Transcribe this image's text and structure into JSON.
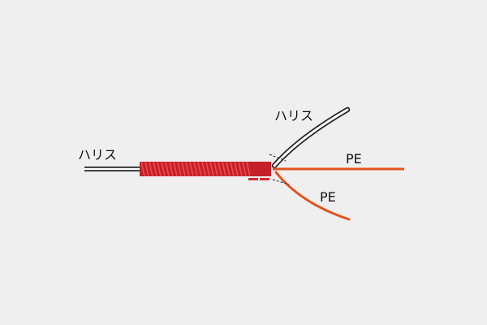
{
  "labels": {
    "harisu_left": "ハリス",
    "harisu_right": "ハリス",
    "pe_upper": "PE",
    "pe_lower": "PE"
  },
  "colors": {
    "background": "#efefef",
    "pe_line": "#e0541c",
    "coil": "#d9262e",
    "harisu_outline": "#222222",
    "harisu_fill": "#ffffff"
  }
}
